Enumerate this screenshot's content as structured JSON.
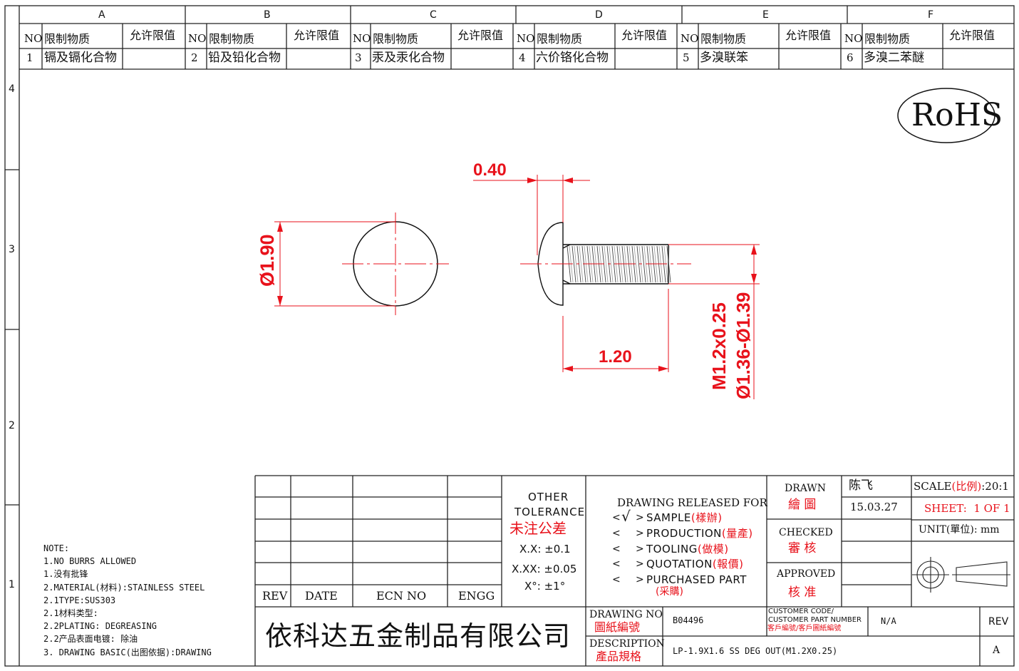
{
  "zones": {
    "columns": [
      "A",
      "B",
      "C",
      "D",
      "E",
      "F"
    ],
    "rows": [
      "4",
      "3",
      "2",
      "1"
    ]
  },
  "restricted_substances": {
    "headers": {
      "no": "NO",
      "substance": "限制物质",
      "limit": "允许限值"
    },
    "items": [
      {
        "no": "1",
        "name": "镉及镉化合物",
        "limit": ""
      },
      {
        "no": "2",
        "name": "铅及铅化合物",
        "limit": ""
      },
      {
        "no": "3",
        "name": "汞及汞化合物",
        "limit": ""
      },
      {
        "no": "4",
        "name": "六价铬化合物",
        "limit": ""
      },
      {
        "no": "5",
        "name": "多溴联笨",
        "limit": ""
      },
      {
        "no": "6",
        "name": "多溴二苯醚",
        "limit": ""
      }
    ]
  },
  "rohs_mark": "RoHS",
  "dimensions": {
    "head_diameter": "Ø1.90",
    "head_height": "0.40",
    "thread_length": "1.20",
    "thread_spec": "M1.2x0.25",
    "thread_major": "Ø1.36-Ø1.39"
  },
  "notes": [
    "NOTE:",
    "1.NO BURRS ALLOWED",
    "1.没有批锋",
    "2.MATERIAL(材料):STAINLESS STEEL",
    "2.1TYPE:SUS303",
    "2.1材料类型:",
    "2.2PLATING: DEGREASING",
    "2.2产品表面电镀: 除油",
    "3. DRAWING BASIC(出图依据):DRAWING"
  ],
  "revision_table": {
    "rev": "REV",
    "date": "DATE",
    "ecn": "ECN NO",
    "engg": "ENGG"
  },
  "tolerance": {
    "title_en_1": "OTHER",
    "title_en_2": "TOLERANCE",
    "title_cn": "未注公差",
    "xx": "X.X: ±0.1",
    "xxx": "X.XX: ±0.05",
    "deg": "X°: ±1°"
  },
  "release": {
    "title": "DRAWING RELEASED FOR",
    "check_mark": "√",
    "items": [
      {
        "en": "SAMPLE",
        "cn": "(樣辦)"
      },
      {
        "en": "PRODUCTION",
        "cn": "(量產)"
      },
      {
        "en": "TOOLING",
        "cn": "(做模)"
      },
      {
        "en": "QUOTATION",
        "cn": "(報價)"
      },
      {
        "en": "PURCHASED PART",
        "cn": "(采購)"
      }
    ]
  },
  "title_block": {
    "drawn_label": "DRAWN",
    "drawn_cn": "繪 圖",
    "drawn_by": "陈飞",
    "date": "15.03.27",
    "scale_label": "SCALE",
    "scale_cn": "(比例)",
    "scale_value": ":20:1",
    "sheet": "SHEET:  1 OF 1",
    "unit_label": "UNIT(單位):",
    "unit_value": "mm",
    "checked_label": "CHECKED",
    "checked_cn": "審 核",
    "approved_label": "APPROVED",
    "approved_cn": "核 准",
    "company": "依科达五金制品有限公司",
    "drawing_no_label": "DRAWING NO",
    "drawing_no_cn": "圖紙編號",
    "drawing_no": "B04496",
    "customer_code_label_1": "CUSTOMER CODE/",
    "customer_code_label_2": "CUSTOMER PART NUMBER",
    "customer_code_cn": "客戶編號/客戶圖紙編號",
    "customer_code": "N/A",
    "rev_label": "REV",
    "rev_value": "A",
    "description_label": "DESCRIPTION",
    "description_cn": "產品規格",
    "description": "LP-1.9X1.6 SS DEG OUT(M1.2X0.25)"
  }
}
